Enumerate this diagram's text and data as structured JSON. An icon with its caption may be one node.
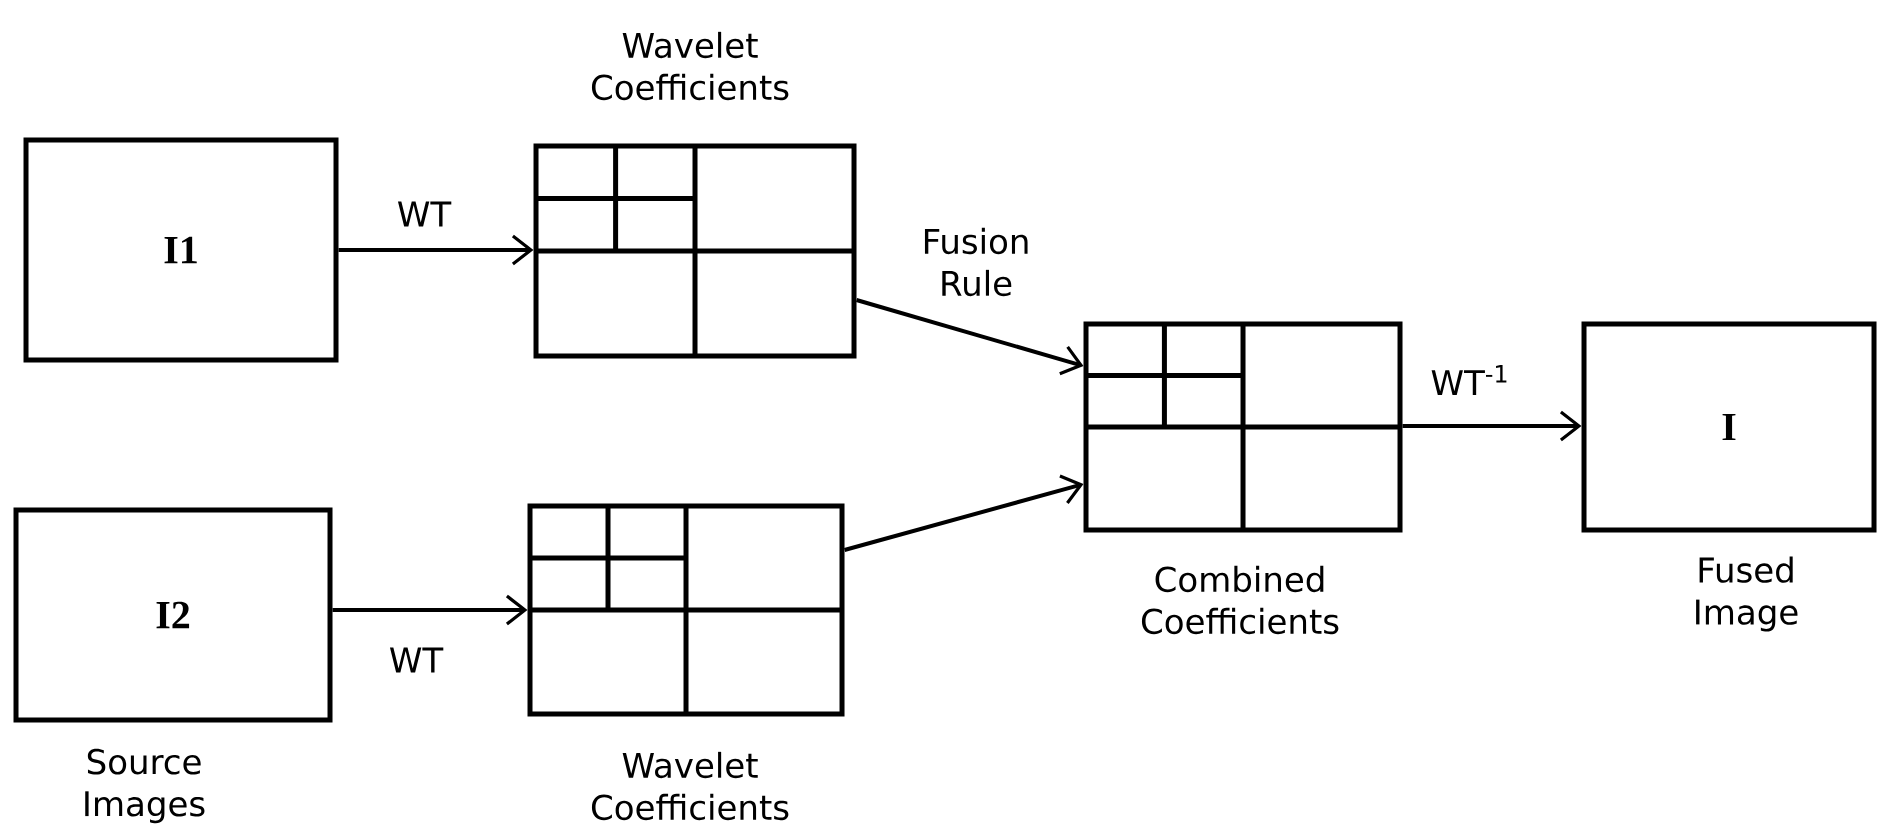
{
  "diagram": {
    "nodes": [
      {
        "text": [
          "I1"
        ]
      },
      {
        "text": [
          "I2"
        ],
        "beside": [
          "Source Images"
        ]
      },
      {
        "text": [],
        "shape": "box",
        "beside": [
          "Wavelet Coefficients"
        ]
      },
      {
        "text": [],
        "shape": "box",
        "beside": [
          "Wavelet Coefficients"
        ]
      },
      {
        "text": [],
        "shape": "box",
        "beside": [
          "Combined Coefficients"
        ]
      },
      {
        "text": [
          "I"
        ],
        "beside": [
          "Fused Image"
        ]
      }
    ],
    "edges": [
      {
        "from": 0,
        "to": 2,
        "arrow": "to",
        "label": "WT"
      },
      {
        "from": 1,
        "to": 3,
        "arrow": "to",
        "label": "WT"
      },
      {
        "from": 2,
        "to": 4,
        "arrow": "to",
        "label": "Fusion Rule"
      },
      {
        "from": 3,
        "to": 4,
        "arrow": "to"
      },
      {
        "from": 4,
        "to": 5,
        "arrow": "to",
        "label": "WT$^{-1}$"
      }
    ]
  }
}
